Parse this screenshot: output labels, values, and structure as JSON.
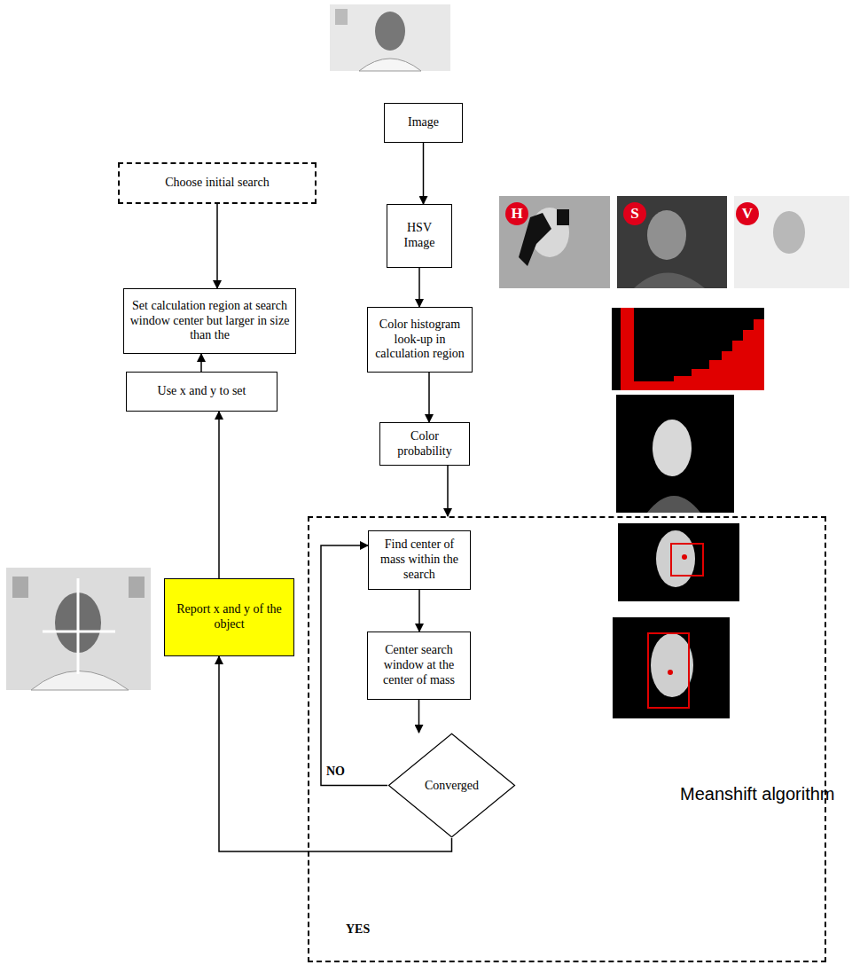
{
  "diagram": {
    "nodes": [
      {
        "text": [
          "Image"
        ]
      },
      {
        "text": [
          "HSV Image"
        ]
      },
      {
        "text": [
          "Color histogram look-up in calculation region"
        ]
      },
      {
        "text": [
          "Color probability"
        ]
      },
      {
        "text": [
          "Meanshift algorithm"
        ]
      },
      {
        "text": [
          "Find center of mass within the search"
        ],
        "in": 4
      },
      {
        "text": [
          "Center search window at the center of mass"
        ],
        "in": 4
      },
      {
        "text": [
          "Converged"
        ],
        "in": 4
      },
      {
        "text": [
          "Report x and y of the object"
        ]
      },
      {
        "text": [
          "Use x and y to set"
        ]
      },
      {
        "text": [
          "Set calculation region at search window center but larger in size than the"
        ]
      },
      {
        "text": [
          "Choose initial search"
        ]
      }
    ],
    "edges": [
      {
        "from": 0,
        "to": 1,
        "arrow": "to"
      },
      {
        "from": 1,
        "to": 2,
        "arrow": "to"
      },
      {
        "from": 2,
        "to": 3,
        "arrow": "to"
      },
      {
        "from": 3,
        "to": 4,
        "arrow": "to"
      },
      {
        "from": 5,
        "to": 6,
        "arrow": "to"
      },
      {
        "from": 6,
        "to": 7,
        "arrow": "to"
      },
      {
        "from": 7,
        "to": 5,
        "label": "NO",
        "arrow": "to"
      },
      {
        "from": 7,
        "to": 8,
        "label": "YES",
        "arrow": "to"
      },
      {
        "from": 8,
        "to": 9,
        "arrow": "to"
      },
      {
        "from": 9,
        "to": 10,
        "arrow": "to"
      },
      {
        "from": 11,
        "to": 10,
        "arrow": "to"
      }
    ],
    "labels": [
      "H",
      "S",
      "V"
    ]
  }
}
